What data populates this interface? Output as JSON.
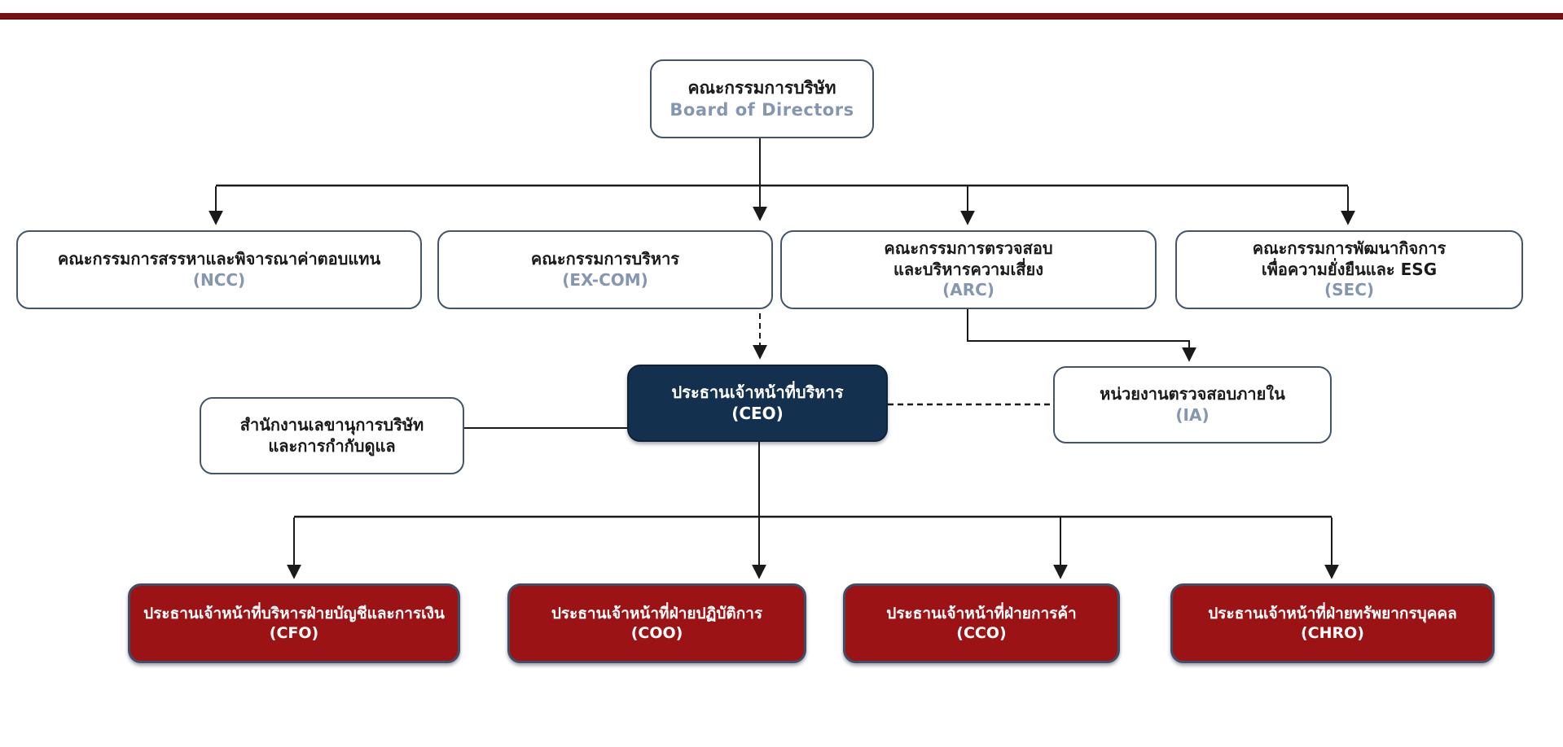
{
  "colors": {
    "maroon": "#7A1013",
    "slate": "#44546A",
    "slate-light": "#8496B0",
    "navy": "#13304E",
    "red": "#9C1316",
    "ink": "#1A1A1A"
  },
  "org": {
    "board": {
      "title_th": "คณะกรรมการบริษัท",
      "title_en": "Board of Directors"
    },
    "committees": [
      {
        "id": "ncc",
        "line1": "คณะกรรมการสรรหาและพิจารณาค่าตอบแทน",
        "line2": "",
        "abbr": "(NCC)"
      },
      {
        "id": "ex-com",
        "line1": "คณะกรรมการบริหาร",
        "line2": "",
        "abbr": "(EX-COM)"
      },
      {
        "id": "arc",
        "line1": "คณะกรรมการตรวจสอบ",
        "line2": "และบริหารความเสี่ยง",
        "abbr": "(ARC)"
      },
      {
        "id": "sec",
        "line1": "คณะกรรมการพัฒนากิจการ",
        "line2": "เพื่อความยั่งยืนและ ESG",
        "abbr": "(SEC)"
      }
    ],
    "ceo": {
      "title": "ประธานเจ้าหน้าที่บริหาร",
      "abbr": "(CEO)"
    },
    "secretary": {
      "line1": "สำนักงานเลขานุการบริษัท",
      "line2": "และการกำกับดูแล"
    },
    "internal_audit": {
      "title": "หน่วยงานตรวจสอบภายใน",
      "abbr": "(IA)"
    },
    "executives": [
      {
        "id": "cfo",
        "title": "ประธานเจ้าหน้าที่บริหารฝ่ายบัญชีและการเงิน",
        "abbr": "(CFO)"
      },
      {
        "id": "coo",
        "title": "ประธานเจ้าหน้าที่ฝ่ายปฏิบัติการ",
        "abbr": "(COO)"
      },
      {
        "id": "cco",
        "title": "ประธานเจ้าหน้าที่ฝ่ายการค้า",
        "abbr": "(CCO)"
      },
      {
        "id": "chro",
        "title": "ประธานเจ้าหน้าที่ฝ่ายทรัพยากรบุคคล",
        "abbr": "(CHRO)"
      }
    ]
  }
}
